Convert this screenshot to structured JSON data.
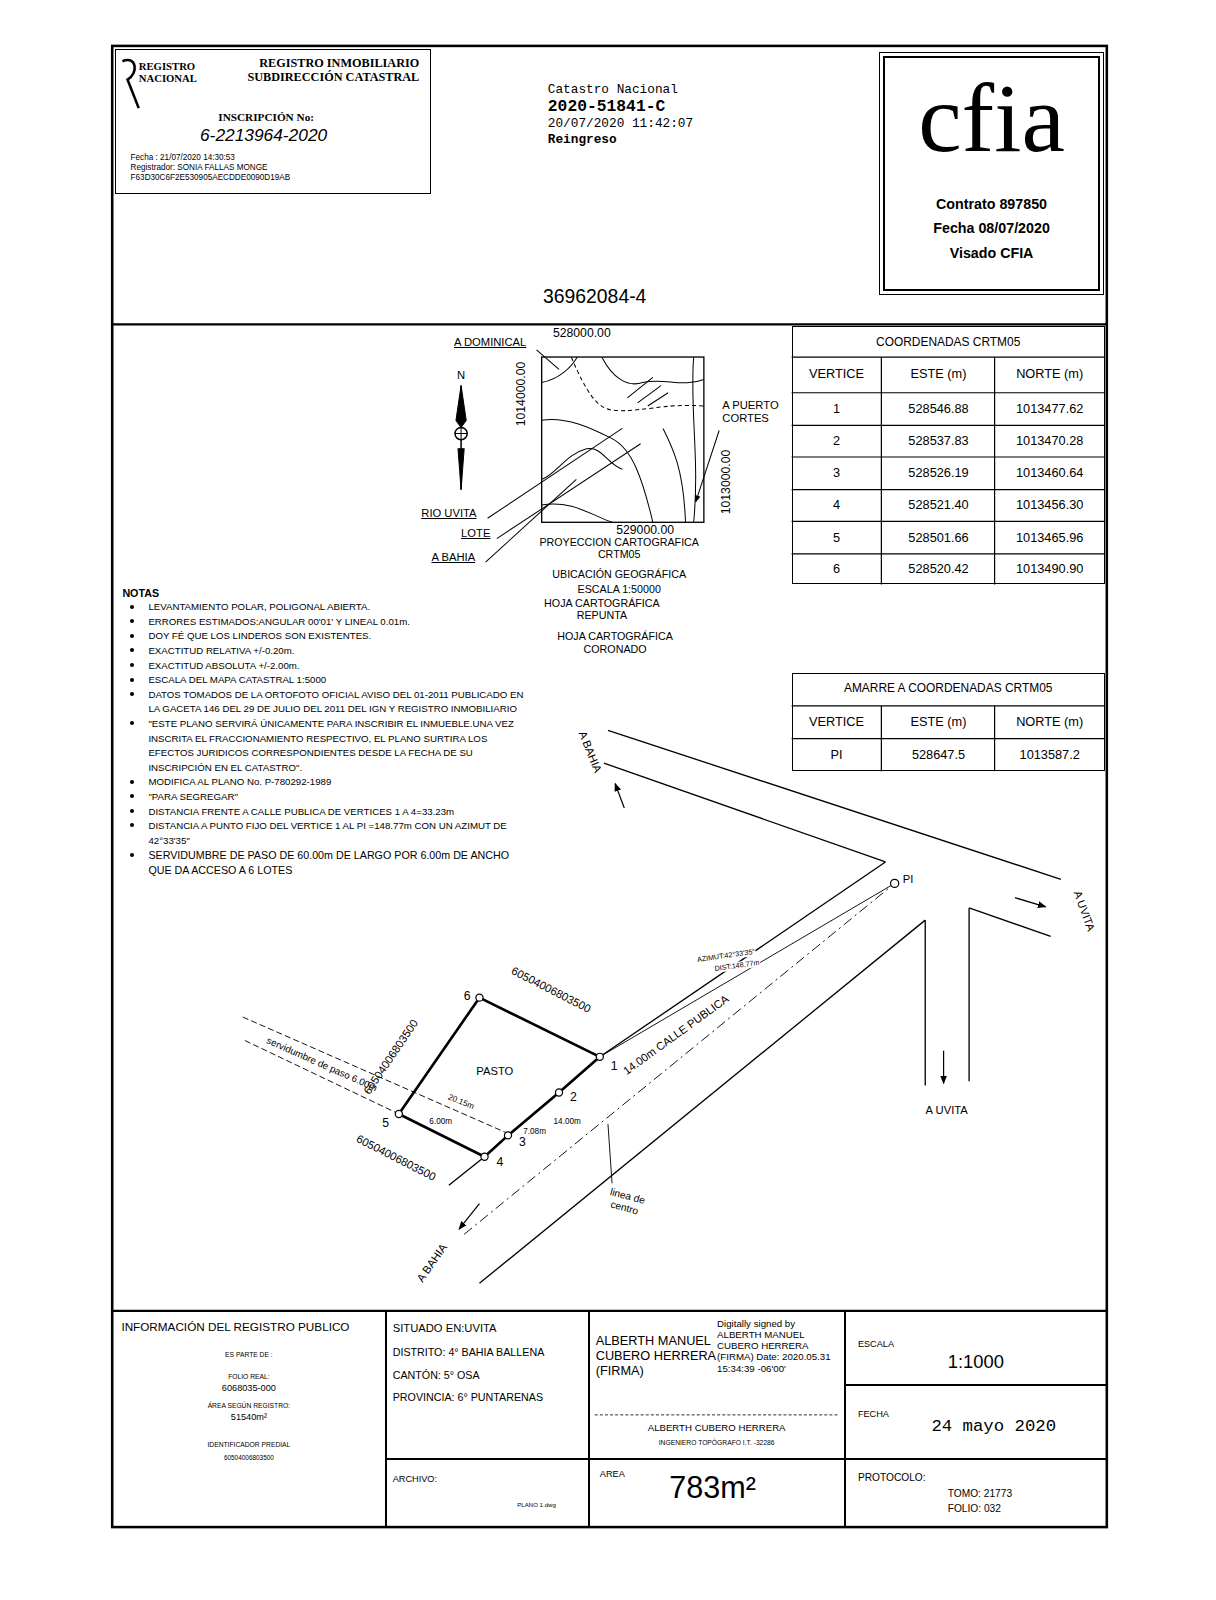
{
  "diagram": {
    "nodes": [
      {
        "text": [
          "REGISTRO NACIONAL",
          "REGISTRO INMOBILIARIO SUBDIRECCIÓN CATASTRAL",
          "INSCRIPCIÓN No:",
          "6-2213964-2020",
          "Fecha : 21/07/2020 14:30:53",
          "Registrador: SONIA FALLAS MONGE",
          "F63D30C6F2E530905AECDDE0090D19AB"
        ]
      },
      {
        "text": [
          "cfia",
          "Contrato 897850",
          "Fecha 08/07/2020",
          "Visado CFIA"
        ]
      },
      {
        "text": [
          "COORDENADAS CRTM05"
        ]
      },
      {
        "text": [
          "AMARRE A COORDENADAS CRTM05"
        ]
      },
      {
        "text": [
          "INFORMACIÓN DEL REGISTRO PUBLICO",
          "ES PARTE DE :",
          "FOLIO REAL:",
          "6068035-000",
          "ÁREA SEGÚN REGISTRO:",
          "51540m²",
          "IDENTIFICADOR PREDIAL",
          "60504006803500"
        ]
      },
      {
        "text": [
          "SITUADO EN:UVITA",
          "DISTRITO: 4° BAHIA BALLENA",
          "CANTÓN: 5° OSA",
          "PROVINCIA: 6° PUNTARENAS"
        ]
      },
      {
        "text": [
          "ALBERTH MANUEL CUBERO HERRERA (FIRMA)",
          "Digitally signed by ALBERTH MANUEL CUBERO HERRERA (FIRMA) Date: 2020.05.31 15:34:39 -06'00'",
          "ALBERTH CUBERO HERRERA",
          "INGENIERO TOPÓGRAFO I.T. -32286"
        ]
      },
      {
        "text": [
          "ESCALA",
          "1:1000"
        ]
      },
      {
        "text": [
          "FECHA",
          "24 mayo 2020"
        ]
      },
      {
        "text": [
          "ARCHIVO:",
          "PLANO 1.dwg"
        ]
      },
      {
        "text": [
          "AREA",
          "783m²"
        ]
      },
      {
        "text": [
          "PROTOCOLO:",
          "TOMO: 21773",
          "FOLIO: 032"
        ]
      }
    ],
    "labels": [
      "Catastro Nacional",
      "2020-51841-C",
      "20/07/2020 11:42:07",
      "Reingreso",
      "36962084-4",
      "A DOMINICAL",
      "528000.00",
      "1014000.00",
      "A PUERTO CORTES",
      "1013000.00",
      "529000.00",
      "RIO UVITA",
      "LOTE",
      "A BAHIA",
      "PROYECCION CARTOGRAFICA CRTM05",
      "UBICACIÓN GEOGRÁFICA",
      "ESCALA 1:50000",
      "HOJA CARTOGRÁFICA REPUNTA",
      "HOJA CARTOGRÁFICA CORONADO",
      "N",
      "VERTICE",
      "ESTE (m)",
      "NORTE (m)",
      "1",
      "528546.88",
      "1013477.62",
      "2",
      "528537.83",
      "1013470.28",
      "3",
      "528526.19",
      "1013460.64",
      "4",
      "528521.40",
      "1013456.30",
      "5",
      "528501.66",
      "1013465.96",
      "6",
      "528520.42",
      "1013490.90",
      "VERTICE",
      "ESTE (m)",
      "NORTE (m)",
      "PI",
      "528647.5",
      "1013587.2",
      "NOTAS",
      "LEVANTAMIENTO POLAR, POLIGONAL ABIERTA.",
      "ERRORES ESTIMADOS:ANGULAR 00'01' Y LINEAL 0.01m.",
      "DOY FÉ QUE LOS LINDEROS SON EXISTENTES.",
      "EXACTITUD RELATIVA +/-0.20m.",
      "EXACTITUD ABSOLUTA +/-2.00m.",
      "ESCALA DEL MAPA CATASTRAL 1:5000",
      "DATOS TOMADOS DE LA ORTOFOTO OFICIAL AVISO DEL 01-2011 PUBLICADO EN LA GACETA 146 DEL 29 DE JULIO DEL 2011 DEL IGN Y REGISTRO INMOBILIARIO",
      "\"ESTE PLANO SERVIRÁ ÚNICAMENTE PARA INSCRIBIR EL INMUEBLE.UNA VEZ INSCRITA EL FRACCIONAMIENTO RESPECTIVO, EL PLANO SURTIRA LOS EFECTOS JURIDICOS CORRESPONDIENTES DESDE LA FECHA DE SU INSCRIPCIÓN EN EL CATASTRO\".",
      "MODIFICA AL PLANO No. P-780292-1989",
      "\"PARA SEGREGAR\"",
      "DISTANCIA FRENTE A CALLE PUBLICA DE VERTICES 1 A 4=33.23m",
      "DISTANCIA A PUNTO FIJO DEL VERTICE 1 AL PI =148.77m CON UN AZIMUT DE 42°33'35\"",
      "SERVIDUMBRE DE PASO DE 60.00m DE LARGO POR 6.00m DE ANCHO QUE DA ACCESO A 6 LOTES",
      "A BAHIA",
      "A UVITA",
      "PI",
      "AZIMUT:42°33'35\"",
      "DIST:148.77m",
      "14.00m CALLE PUBLICA",
      "60504006803500",
      "60504006803500",
      "60504006803500",
      "servidumbre de paso 6.00m",
      "PASTO",
      "20.15m",
      "6.00m",
      "7.08m",
      "14.00m",
      "linea de centro",
      "A UVITA",
      "A BAHIA",
      "1",
      "2",
      "3",
      "4",
      "5",
      "6"
    ]
  }
}
